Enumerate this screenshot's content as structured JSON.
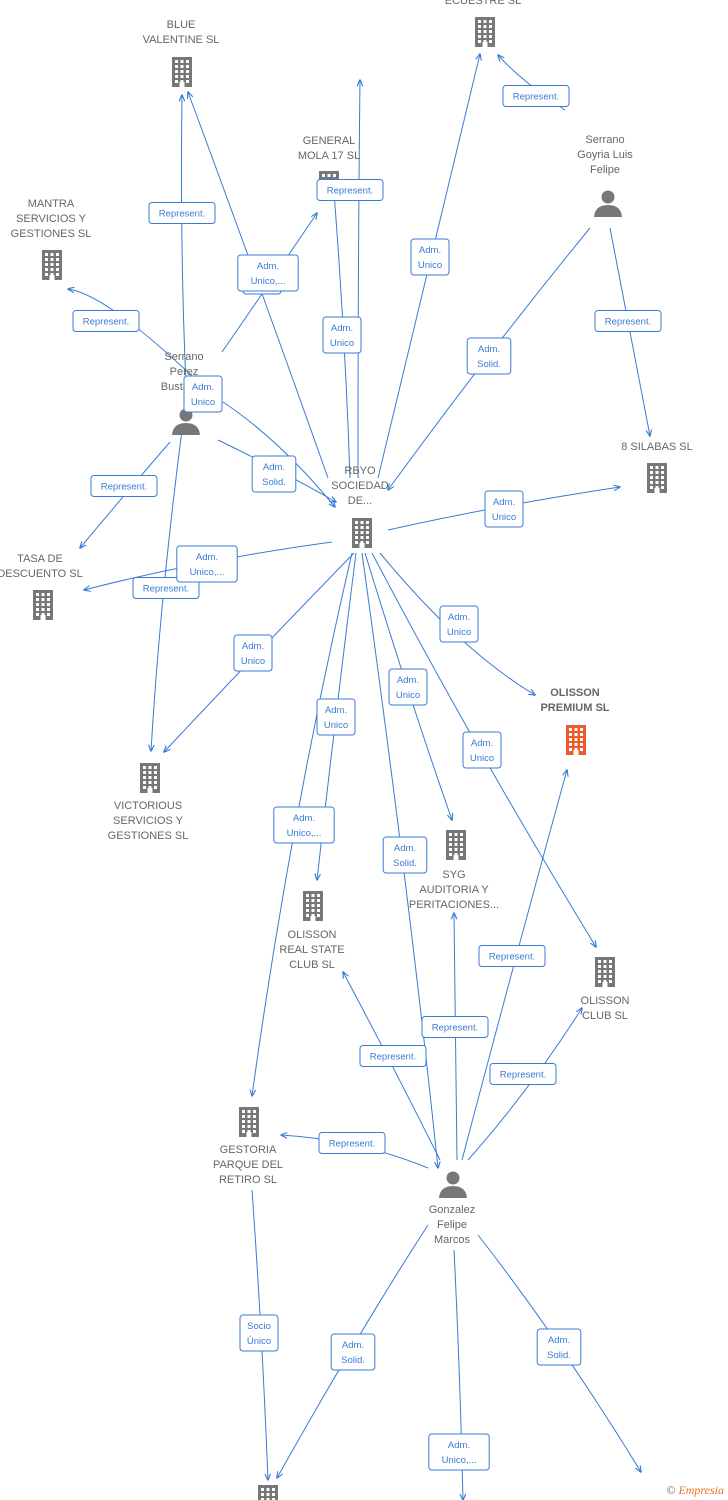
{
  "colors": {
    "edge": "#3a7bd5",
    "company": "#777777",
    "company_highlight": "#f05a28",
    "person": "#777777",
    "label": "#666666"
  },
  "nodes": [
    {
      "id": "top-ecuestre",
      "type": "company",
      "lines": [
        "ECUESTRE SL"
      ]
    },
    {
      "id": "blue-valentine",
      "type": "company",
      "lines": [
        "BLUE",
        "VALENTINE  SL"
      ]
    },
    {
      "id": "general-mola",
      "type": "company",
      "lines": [
        "GENERAL",
        "MOLA 17 SL"
      ]
    },
    {
      "id": "mantra",
      "type": "company",
      "lines": [
        "MANTRA",
        "SERVICIOS Y",
        "GESTIONES SL"
      ]
    },
    {
      "id": "serrano-goyria",
      "type": "person",
      "lines": [
        "Serrano",
        "Goyria Luis",
        "Felipe"
      ]
    },
    {
      "id": "serrano-perez",
      "type": "person",
      "lines": [
        "Serrano",
        "Perez",
        "Bustam..."
      ]
    },
    {
      "id": "rbyo",
      "type": "company",
      "lines": [
        "RBYO",
        "SOCIEDAD",
        "DE..."
      ]
    },
    {
      "id": "ocho-silabas",
      "type": "company",
      "lines": [
        "8 SILABAS  SL"
      ]
    },
    {
      "id": "tasa-descuento",
      "type": "company",
      "lines": [
        "TASA DE",
        "DESCUENTO  SL"
      ]
    },
    {
      "id": "olisson-premium",
      "type": "company",
      "highlight": true,
      "lines": [
        "OLISSON",
        "PREMIUM  SL"
      ]
    },
    {
      "id": "victorious",
      "type": "company",
      "lines": [
        "VICTORIOUS",
        "SERVICIOS Y",
        "GESTIONES SL"
      ]
    },
    {
      "id": "syg",
      "type": "company",
      "lines": [
        "SYG",
        "AUDITORIA Y",
        "PERITACIONES..."
      ]
    },
    {
      "id": "olisson-real-state",
      "type": "company",
      "lines": [
        "OLISSON",
        "REAL STATE",
        "CLUB  SL"
      ]
    },
    {
      "id": "olisson-club",
      "type": "company",
      "lines": [
        "OLISSON",
        "CLUB  SL"
      ]
    },
    {
      "id": "gestoria",
      "type": "company",
      "lines": [
        "GESTORIA",
        "PARQUE DEL",
        "RETIRO  SL"
      ]
    },
    {
      "id": "gonzalez",
      "type": "person",
      "lines": [
        "Gonzalez",
        "Felipe",
        "Marcos"
      ]
    },
    {
      "id": "bottom-company",
      "type": "company",
      "lines": []
    }
  ],
  "edge_labels": [
    [
      "Represent."
    ],
    [
      "Represent."
    ],
    [
      "Adm.",
      "Unico"
    ],
    [
      "Adm.",
      "Unico,..."
    ],
    [
      "Represent."
    ],
    [
      "Adm.",
      "Unico"
    ],
    [
      "Represent."
    ],
    [
      "Adm.",
      "Solid."
    ],
    [
      "Represent."
    ],
    [
      "Adm.",
      "Unico"
    ],
    [
      "Adm.",
      "Unico"
    ],
    [
      "Adm.",
      "Solid."
    ],
    [
      "Adm.",
      "Unico"
    ],
    [
      "Represent."
    ],
    [
      "Adm.",
      "Unico,..."
    ],
    [
      "Represent."
    ],
    [
      "Adm.",
      "Unico"
    ],
    [
      "Adm.",
      "Unico"
    ],
    [
      "Adm.",
      "Unico"
    ],
    [
      "Adm.",
      "Unico"
    ],
    [
      "Adm.",
      "Unico"
    ],
    [
      "Adm.",
      "Unico,..."
    ],
    [
      "Adm.",
      "Solid."
    ],
    [
      "Represent."
    ],
    [
      "Represent."
    ],
    [
      "Represent."
    ],
    [
      "Represent."
    ],
    [
      "Represent."
    ],
    [
      "Socio",
      "Único"
    ],
    [
      "Adm.",
      "Solid."
    ],
    [
      "Adm.",
      "Unico,..."
    ],
    [
      "Adm.",
      "Solid."
    ]
  ],
  "copyright": {
    "symbol": "©",
    "brand": "Empresia"
  }
}
